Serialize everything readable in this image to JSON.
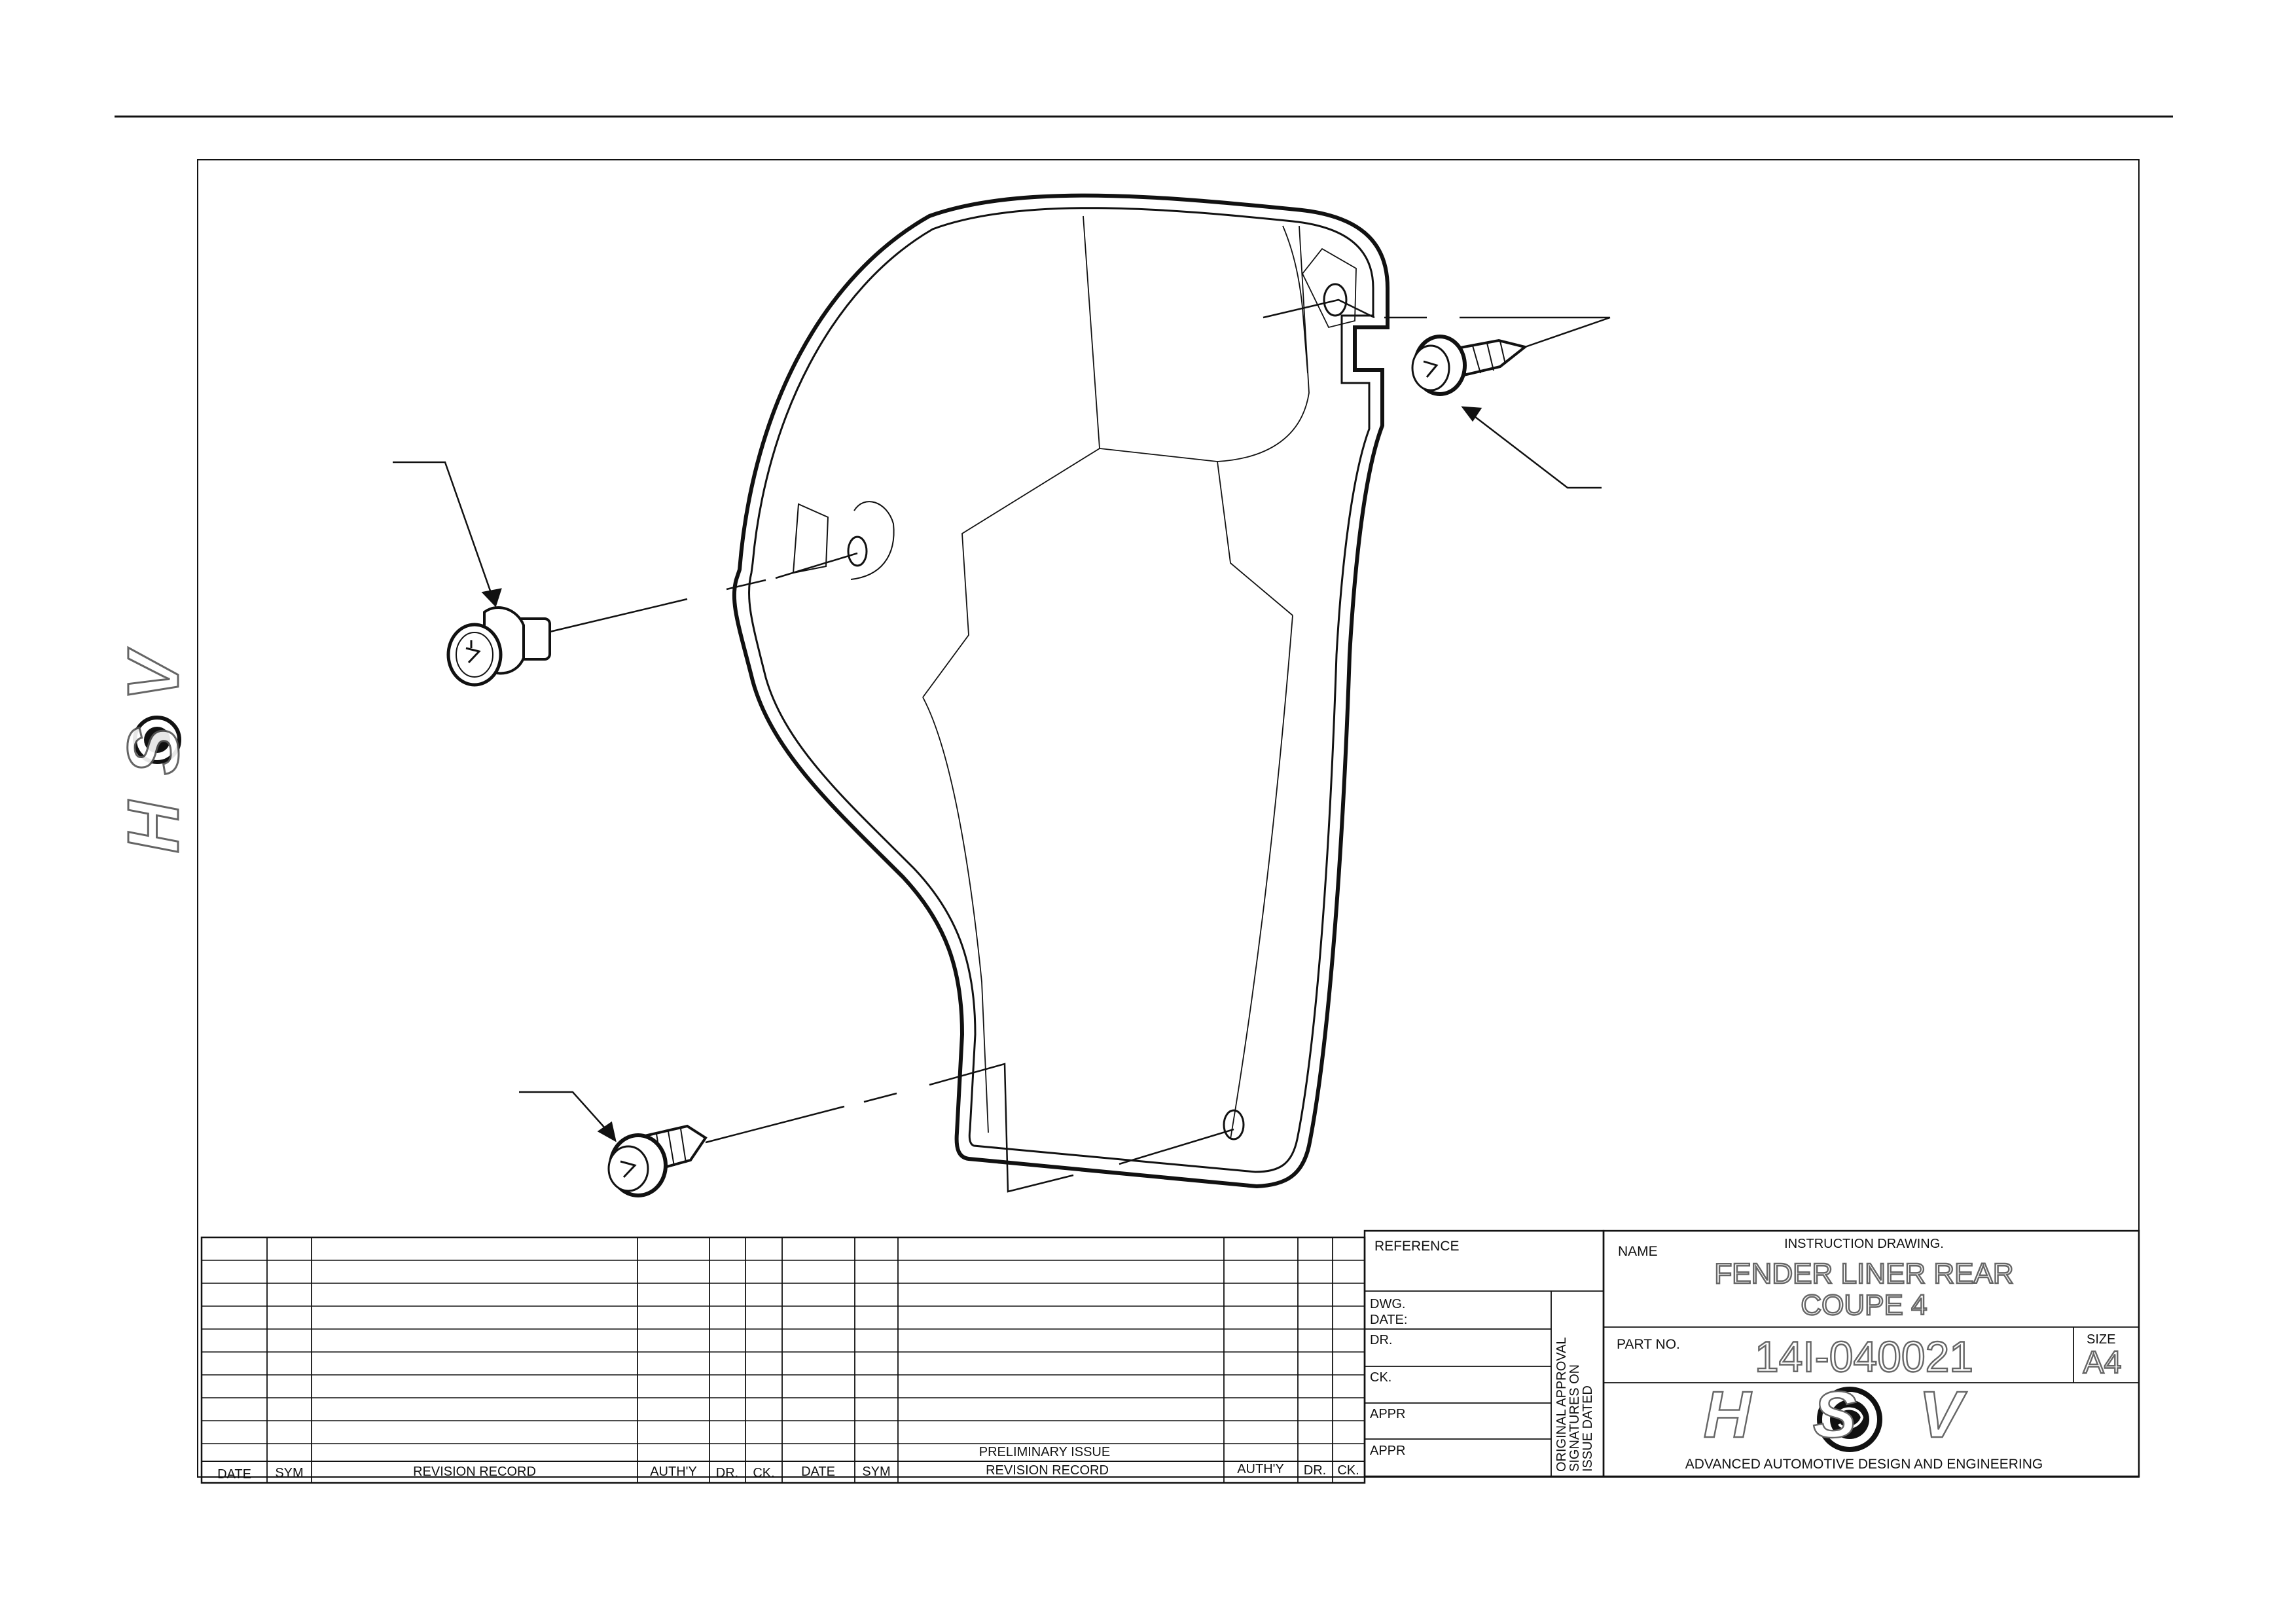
{
  "side_logo": {
    "text": "HSV"
  },
  "revision_table": {
    "headers_left": [
      "DATE",
      "SYM",
      "REVISION RECORD",
      "AUTH'Y",
      "DR.",
      "CK."
    ],
    "headers_right": [
      "DATE",
      "SYM",
      "REVISION RECORD",
      "AUTH'Y",
      "DR.",
      "CK."
    ],
    "preliminary": "PRELIMINARY ISSUE"
  },
  "approval": {
    "reference": "REFERENCE",
    "dwg": "DWG.",
    "date": "DATE:",
    "dr": "DR.",
    "ck": "CK.",
    "appr1": "APPR",
    "appr2": "APPR",
    "signatures_line1": "ORIGINAL APPROVAL",
    "signatures_line2": "SIGNATURES ON",
    "signatures_line3": "ISSUE DATED"
  },
  "title_block": {
    "name_label": "NAME",
    "drawing_type": "INSTRUCTION DRAWING.",
    "title_line1": "FENDER LINER REAR",
    "title_line2": "COUPE 4",
    "part_no_label": "PART NO.",
    "part_no": "14I-040021",
    "size_label": "SIZE",
    "size": "A4",
    "logo_text": "HSV",
    "company": "ADVANCED AUTOMOTIVE DESIGN AND ENGINEERING"
  },
  "colors": {
    "line": "#111111",
    "outline_text": "#666666"
  }
}
